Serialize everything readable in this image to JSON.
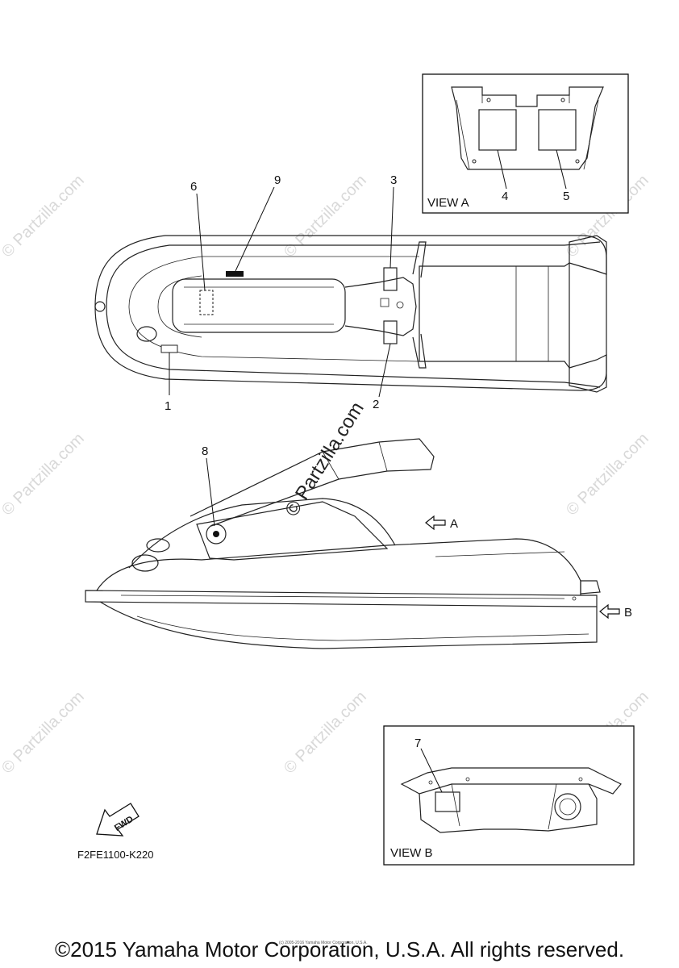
{
  "callouts": {
    "c1": "1",
    "c2": "2",
    "c3": "3",
    "c4": "4",
    "c5": "5",
    "c6": "6",
    "c7": "7",
    "c8": "8",
    "c9": "9"
  },
  "view_a": {
    "title": "VIEW A",
    "arrow_letter": "A"
  },
  "view_b": {
    "title": "VIEW B",
    "arrow_letter": "B"
  },
  "fwd_label": "FWD",
  "part_code": "F2FE1100-K220",
  "watermark": "© Partzilla.com",
  "small_copyright": "(c) 2005-2016 Yamaha Motor Corporation, U.S.A.",
  "copyright": "©2015 Yamaha Motor Corporation, U.S.A. All rights reserved."
}
